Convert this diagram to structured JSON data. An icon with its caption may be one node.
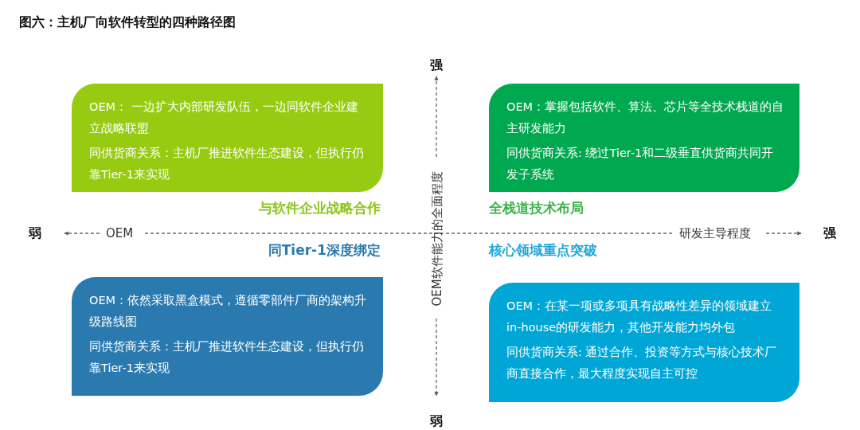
{
  "diagram": {
    "title": "图六：主机厂向软件转型的四种路径图",
    "nodes": [
      {
        "text": [
          "OEM： 一边扩大内部研发队伍，一边同软件企业建立战略联盟",
          "同供货商关系：主机厂推进软件生态建设，但执行仍靠Tier-1来实现"
        ],
        "beside": [
          "与软件企业战略合作"
        ]
      },
      {
        "text": [
          "OEM：掌握包括软件、算法、芯片等全技术栈道的自主研发能力",
          "同供货商关系: 绕过Tier-1和二级垂直供货商共同开发子系统"
        ],
        "beside": [
          "全栈道技术布局"
        ]
      },
      {
        "text": [
          "OEM：依然采取黑盒模式，遵循零部件厂商的架构升级路线图",
          "同供货商关系：主机厂推进软件生态建设，但执行仍靠Tier-1来实现"
        ],
        "beside": [
          "同Tier-1深度绑定"
        ]
      },
      {
        "text": [
          "OEM：在某一项或多项具有战略性差异的领域建立in-house的研发能力，其他开发能力均外包",
          "同供货商关系: 通过合作、投资等方式与核心技术厂商直接合作，最大程度实现自主可控"
        ],
        "beside": [
          "核心领域重点突破"
        ]
      }
    ],
    "labels": [
      "强",
      "弱",
      "OEM",
      "研发主导程度",
      "强",
      "OEM软件能力的全面程度",
      "弱"
    ]
  }
}
